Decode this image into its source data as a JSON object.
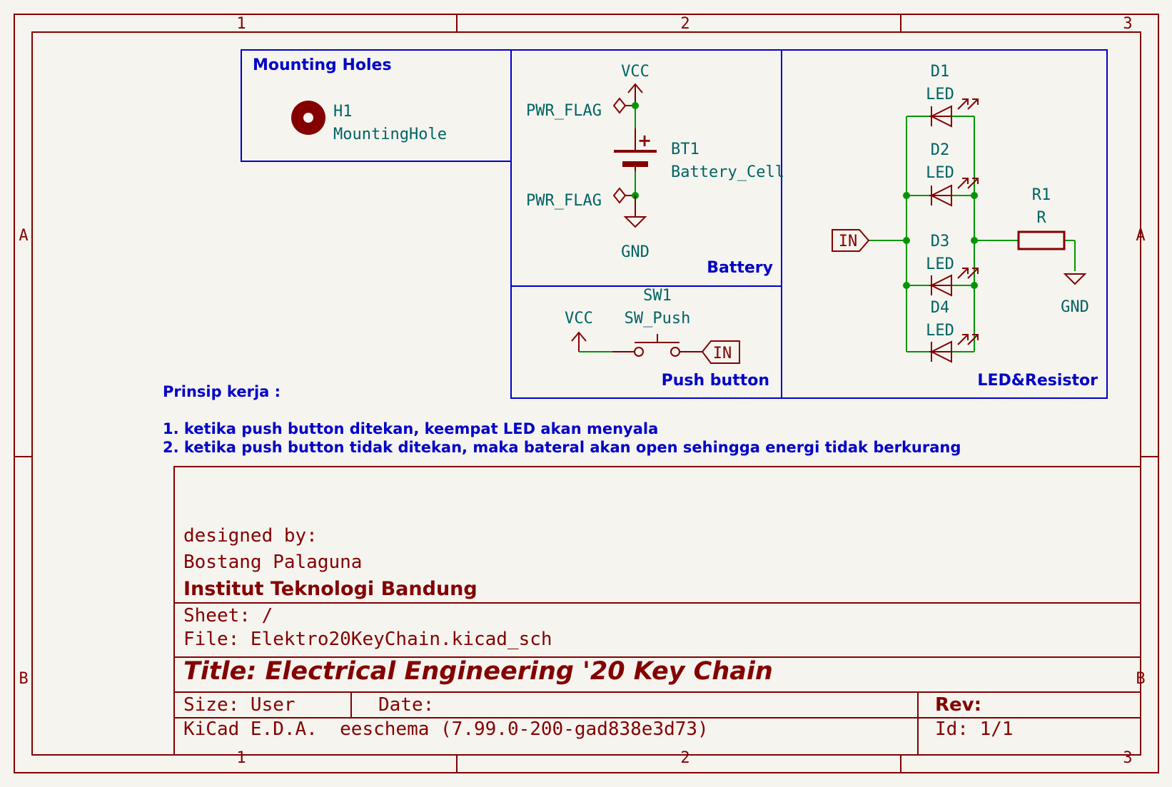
{
  "colors": {
    "background": "#f5f4ef",
    "border": "#840000",
    "symbol": "#840000",
    "symbol_fill": "#840000",
    "wire": "#009600",
    "junction": "#009600",
    "sheet_box": "#0000c8",
    "text_blue": "#0000c8",
    "ref_text": "#006464",
    "title_text": "#840000"
  },
  "frame": {
    "col_labels": [
      "1",
      "2",
      "3"
    ],
    "row_labels": [
      "A",
      "B"
    ]
  },
  "sections": {
    "mounting": {
      "title": "Mounting Holes"
    },
    "battery": {
      "title": "Battery"
    },
    "push": {
      "title": "Push button"
    },
    "led": {
      "title": "LED&Resistor"
    }
  },
  "components": {
    "h1": {
      "ref": "H1",
      "value": "MountingHole"
    },
    "bt1": {
      "ref": "BT1",
      "value": "Battery_Cell",
      "plus": "+"
    },
    "sw1": {
      "ref": "SW1",
      "value": "SW_Push"
    },
    "d1": {
      "ref": "D1",
      "value": "LED"
    },
    "d2": {
      "ref": "D2",
      "value": "LED"
    },
    "d3": {
      "ref": "D3",
      "value": "LED"
    },
    "d4": {
      "ref": "D4",
      "value": "LED"
    },
    "r1": {
      "ref": "R1",
      "value": "R"
    }
  },
  "power": {
    "vcc": "VCC",
    "gnd": "GND",
    "pwr_flag": "PWR_FLAG"
  },
  "labels": {
    "in": "IN"
  },
  "notes": {
    "heading": "Prinsip kerja :",
    "line1": "1. ketika push button ditekan, keempat LED akan menyala",
    "line2": "2. ketika push button tidak ditekan, maka bateral akan open sehingga energi tidak berkurang"
  },
  "title_block": {
    "designed_by": "designed by:",
    "designer": "Bostang Palaguna",
    "institution": "Institut Teknologi Bandung",
    "sheet": "Sheet: /",
    "file": "File: Elektro20KeyChain.kicad_sch",
    "title": "Title: Electrical Engineering '20 Key Chain",
    "size": "Size: User",
    "date": "Date:",
    "rev": "Rev:",
    "tool": "KiCad E.D.A.  eeschema (7.99.0-200-gad838e3d73)",
    "id": "Id: 1/1"
  }
}
